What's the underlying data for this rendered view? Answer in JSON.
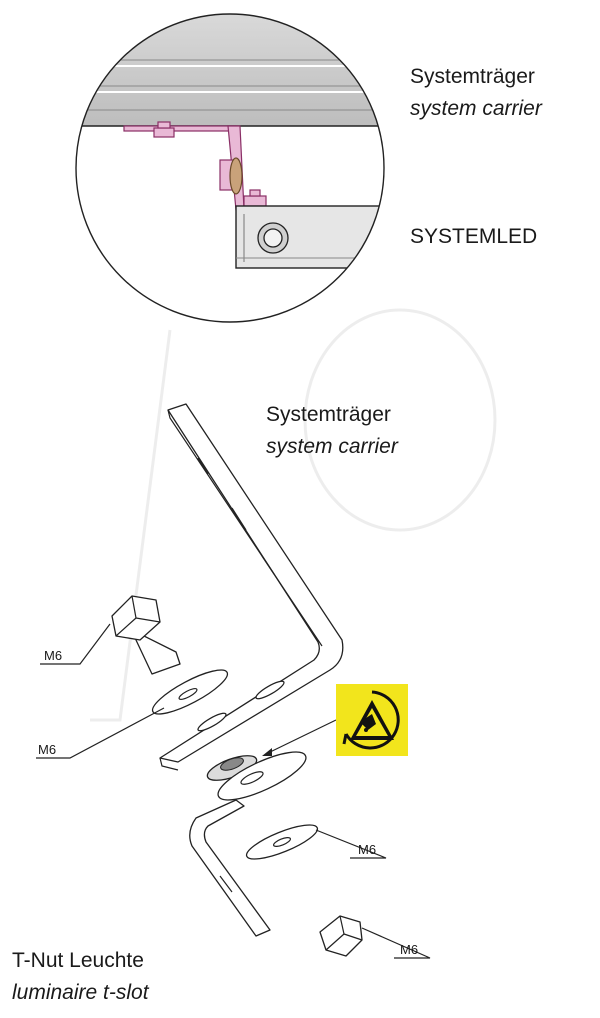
{
  "detail": {
    "carrier_de": "Systemträger",
    "carrier_en": "system carrier",
    "led": "SYSTEMLED"
  },
  "exploded": {
    "carrier_de": "Systemträger",
    "carrier_en": "system carrier",
    "tslot_de": "T-Nut Leuchte",
    "tslot_en": "luminaire t-slot"
  },
  "callouts": {
    "bolt": "M6",
    "washer_top": "M6",
    "washer_bottom": "M6",
    "nut": "M6"
  },
  "esd_symbol": {
    "icon": "esd-warning-icon",
    "background": "#f2e51c"
  },
  "colors": {
    "bracket_highlight": "#c45a9a",
    "line": "#222222"
  }
}
